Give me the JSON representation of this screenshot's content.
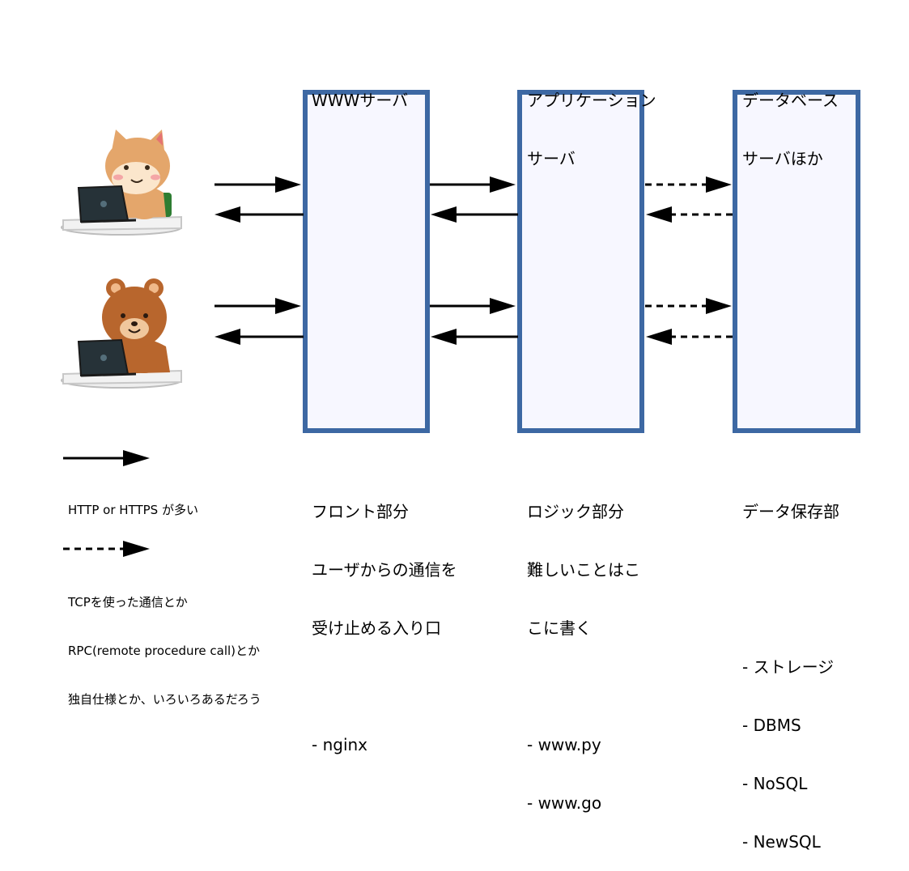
{
  "servers": {
    "www": {
      "title": [
        "WWWサーバ"
      ],
      "desc": [
        "フロント部分",
        "ユーザからの通信を",
        "受け止める入り口"
      ],
      "items": [
        "- nginx"
      ]
    },
    "app": {
      "title": [
        "アプリケーション",
        "サーバ"
      ],
      "desc": [
        "ロジック部分",
        "難しいことはこ",
        "こに書く"
      ],
      "items": [
        "- www.py",
        "- www.go"
      ]
    },
    "db": {
      "title": [
        "データベース",
        "サーバほか"
      ],
      "desc": [
        "データ保存部"
      ],
      "items": [
        "- ストレージ",
        "- DBMS",
        "- NoSQL",
        "- NewSQL"
      ]
    }
  },
  "legend": {
    "solid": [
      "HTTP or HTTPS が多い"
    ],
    "dashed": [
      "TCPを使った通信とか",
      "RPC(remote procedure call)とか",
      "独自仕様とか、いろいろあるだろう"
    ]
  },
  "colors": {
    "box_border": "#3d68a3",
    "box_fill": "#f7f7ff",
    "arrow": "#000000"
  },
  "illustrations": [
    "shiba-dog-with-laptop",
    "bear-with-laptop"
  ]
}
